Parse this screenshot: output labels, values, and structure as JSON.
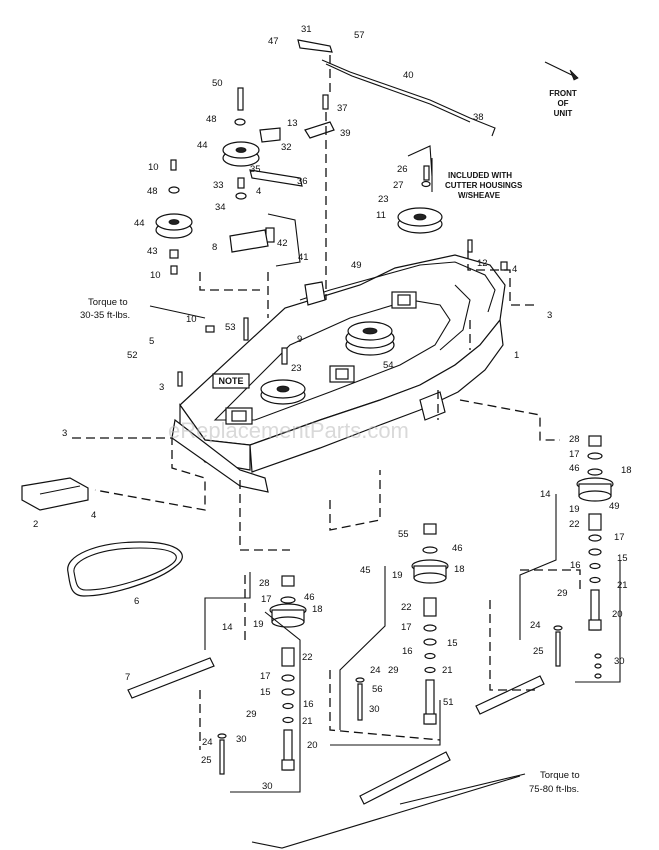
{
  "watermark": "eReplacementParts.com",
  "front_label": [
    "FRONT",
    "OF",
    "UNIT"
  ],
  "included_note": [
    "INCLUDED WITH",
    "CUTTER HOUSINGS",
    "W/SHEAVE"
  ],
  "note_box": "NOTE",
  "torque_top": [
    "Torque to",
    "30-35 ft-lbs."
  ],
  "torque_bottom": [
    "Torque to",
    "75-80 ft-lbs."
  ],
  "callouts": {
    "c31": "31",
    "c57": "57",
    "c47": "47",
    "c40": "40",
    "c50": "50",
    "c37": "37",
    "c48a": "48",
    "c13": "13",
    "c39": "39",
    "c38": "38",
    "c44a": "44",
    "c32": "32",
    "c35": "35",
    "c36": "36",
    "c10a": "10",
    "c26": "26",
    "c27": "27",
    "c48b": "48",
    "c33": "33",
    "c4a": "4",
    "c23a": "23",
    "c34": "34",
    "c11": "11",
    "c44b": "44",
    "c8": "8",
    "c42": "42",
    "c41": "41",
    "c43": "43",
    "c10b": "10",
    "c49a": "49",
    "c12": "12",
    "c4b": "4",
    "c10c": "10",
    "c3a": "3",
    "c53": "53",
    "c1": "1",
    "c5": "5",
    "c9": "9",
    "c52": "52",
    "c23b": "23",
    "c54": "54",
    "c3b": "3",
    "c3c": "3",
    "c28a": "28",
    "c17a": "17",
    "c46a": "46",
    "c18a": "18",
    "c14a": "14",
    "c19a": "19",
    "c49b": "49",
    "c22a": "22",
    "c2": "2",
    "c4c": "4",
    "c55": "55",
    "c17b": "17",
    "c46b": "46",
    "c15a": "15",
    "c45": "45",
    "c19b": "19",
    "c18b": "18",
    "c16a": "16",
    "c21a": "21",
    "c6": "6",
    "c22b": "22",
    "c29a": "29",
    "c28b": "28",
    "c17c": "17",
    "c46c": "46",
    "c18c": "18",
    "c17d": "17",
    "c15b": "15",
    "c20a": "20",
    "c14b": "14",
    "c19c": "19",
    "c16b": "16",
    "c24a": "24",
    "c21b": "21",
    "c25a": "25",
    "c30a": "30",
    "c22c": "22",
    "c24b": "24",
    "c29b": "29",
    "c7": "7",
    "c56": "56",
    "c17e": "17",
    "c15c": "15",
    "c16c": "16",
    "c30b": "30",
    "c21c": "21",
    "c51": "51",
    "c29c": "29",
    "c24c": "24",
    "c30c": "30",
    "c20b": "20",
    "c25b": "25",
    "c30d": "30"
  }
}
